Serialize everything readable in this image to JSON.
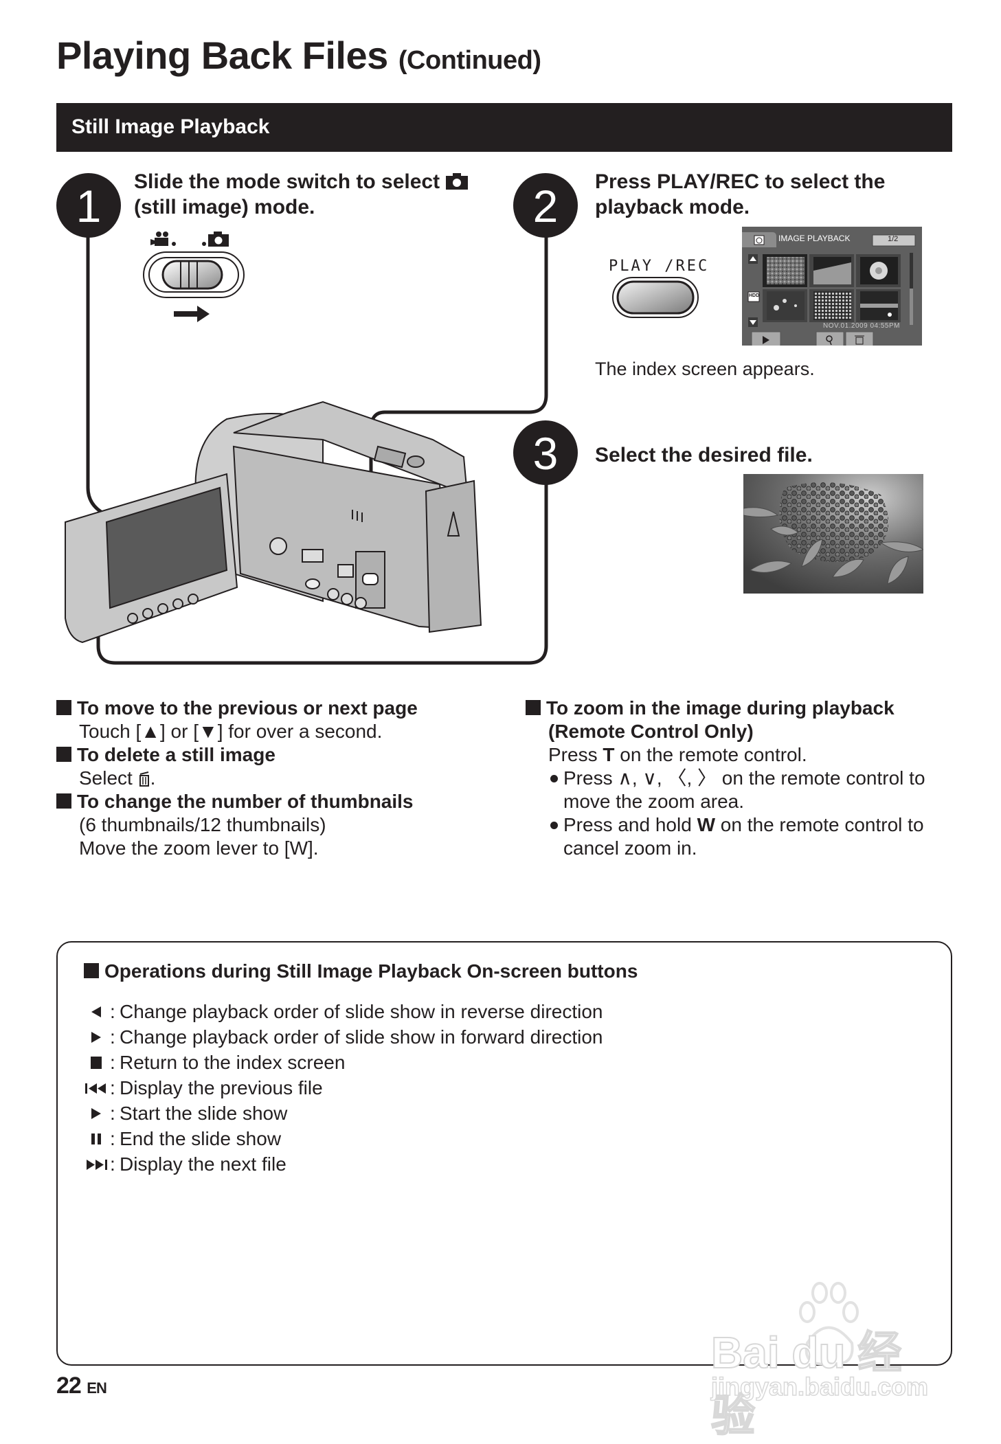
{
  "page": {
    "title": "Playing Back Files",
    "title_suffix": "(Continued)",
    "section_banner": "Still Image Playback",
    "page_number": "22",
    "page_lang": "EN"
  },
  "steps": [
    {
      "number": "1",
      "line1": "Slide the mode switch to select",
      "line1_icon": "camera-icon",
      "line2": "(still image) mode.",
      "mode_switch": {
        "left_icon": "movie-camera-icon",
        "right_icon": "still-camera-icon",
        "selected": "still",
        "arrow": "right-arrow-icon"
      }
    },
    {
      "number": "2",
      "line1": "Press PLAY/REC to select the",
      "line2": "playback mode.",
      "button_label": "PLAY /REC",
      "result_text": "The index screen appears.",
      "index_screen": {
        "mode_icon": "camera-icon",
        "title": "IMAGE PLAYBACK",
        "page_indicator": "1/2",
        "storage_label": "HDD",
        "datetime": "NOV.01.2009 04:55PM",
        "thumbnails": [
          "leaves",
          "hillside",
          "rose",
          "flowers",
          "gravel",
          "sunset"
        ],
        "buttons": [
          "play-icon",
          "zoom-icon",
          "trash-icon"
        ]
      }
    },
    {
      "number": "3",
      "line1": "Select the desired file.",
      "photo_subject": "berries-and-leaves"
    }
  ],
  "notes_left": [
    {
      "heading": "To move to the previous or next page",
      "lines": [
        "Touch [▲] or [▼] for over a second."
      ]
    },
    {
      "heading": "To delete a still image",
      "lines": [
        "Select 🗑."
      ]
    },
    {
      "heading": "To change the number of thumbnails",
      "lines": [
        "(6 thumbnails/12 thumbnails)",
        "Move the zoom lever to [W]."
      ]
    }
  ],
  "notes_right": {
    "heading_line1": "To zoom in the image during playback",
    "heading_line2": "(Remote Control Only)",
    "intro_pre": "Press ",
    "intro_key": "T",
    "intro_post": " on the remote control.",
    "bullets": [
      {
        "pre": "Press ∧, ∨, 〈, 〉 on the remote control to",
        "key": "",
        "post": "",
        "line2": "move the zoom area."
      },
      {
        "pre": "Press and hold ",
        "key": "W",
        "post": " on the remote control to",
        "line2": "cancel zoom in."
      }
    ]
  },
  "operations_box": {
    "title": "Operations during Still Image Playback On-screen buttons",
    "items": [
      {
        "icon": "reverse-triangle-icon",
        "glyph": "◀",
        "text": "Change playback order of slide show in reverse direction"
      },
      {
        "icon": "forward-triangle-icon",
        "glyph": "▶",
        "text": "Change playback order of slide show in forward direction"
      },
      {
        "icon": "stop-icon",
        "glyph": "■",
        "text": "Return to the index screen"
      },
      {
        "icon": "skip-previous-icon",
        "glyph": "⏮",
        "text": "Display the previous file"
      },
      {
        "icon": "play-icon",
        "glyph": "▶",
        "text": "Start the slide show"
      },
      {
        "icon": "pause-icon",
        "glyph": "⏸",
        "text": "End the slide show"
      },
      {
        "icon": "skip-next-icon",
        "glyph": "⏭",
        "text": "Display the next file"
      }
    ]
  },
  "watermark": {
    "brand": "Bai du 经验",
    "url": "jingyan.baidu.com"
  }
}
